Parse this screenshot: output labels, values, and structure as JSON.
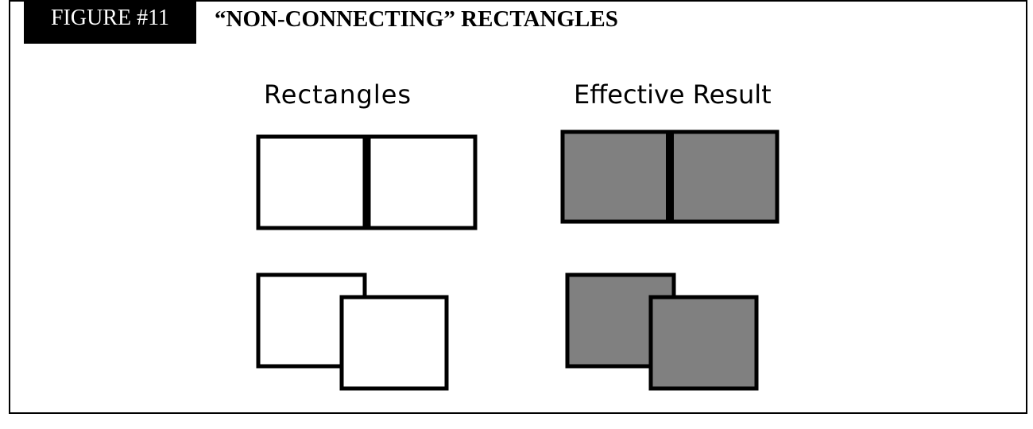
{
  "figure": {
    "tag": "FIGURE #11",
    "title": "“NON-CONNECTING” RECTANGLES"
  },
  "columns": {
    "left_label": "Rectangles",
    "right_label": "Effective Result"
  },
  "colors": {
    "outline": "#000000",
    "empty_fill": "#ffffff",
    "result_fill": "#808080"
  }
}
